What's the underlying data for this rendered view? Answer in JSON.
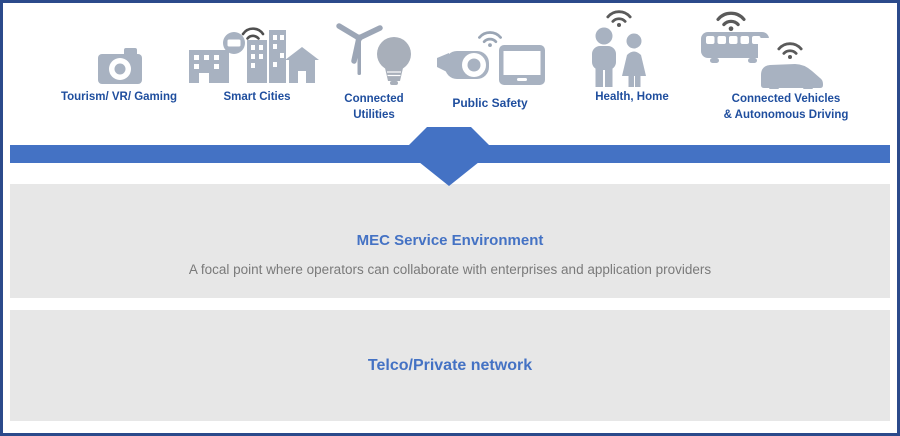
{
  "colors": {
    "border_blue": "#2B4A8B",
    "accent_blue": "#4472C4",
    "label_blue": "#1F4E9E",
    "icon_gray": "#A8B2C1",
    "wifi_dark_gray": "#4F4F4F",
    "box_gray": "#E7E7E7",
    "subtitle_gray": "#7A7A7A",
    "background": "#FFFFFF"
  },
  "use_cases": [
    {
      "id": "tourism",
      "label": "Tourism/ VR/ Gaming",
      "icon": "camera-icon"
    },
    {
      "id": "smart-cities",
      "label": "Smart Cities",
      "icon": "city-buildings-icon"
    },
    {
      "id": "connected-utilities",
      "line1": "Connected",
      "line2": "Utilities",
      "icon": "wind-turbine-lightbulb-icon"
    },
    {
      "id": "public-safety",
      "label": "Public Safety",
      "icon": "vr-camera-tablet-icon"
    },
    {
      "id": "health-home",
      "label": "Health, Home",
      "icon": "people-icon"
    },
    {
      "id": "connected-vehicles",
      "line1": "Connected Vehicles",
      "line2": "& Autonomous Driving",
      "icon": "bus-van-icon"
    }
  ],
  "mec_box": {
    "title": "MEC Service Environment",
    "subtitle": "A focal point where operators can collaborate with enterprises and application providers"
  },
  "network_box": {
    "title": "Telco/Private network"
  }
}
